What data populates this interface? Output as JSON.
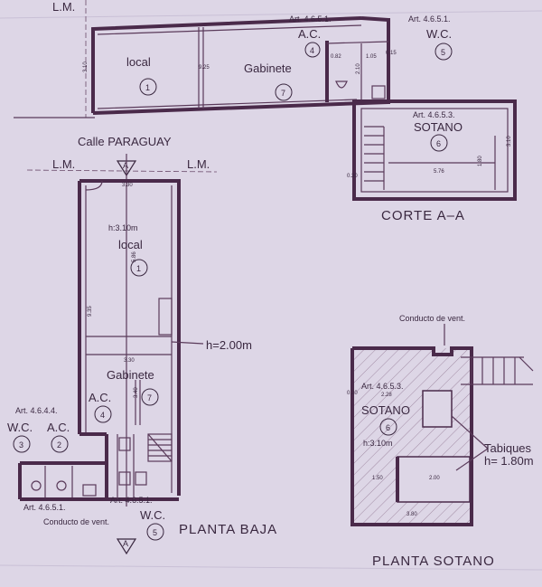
{
  "street": "Calle PARAGUAY",
  "lm_label": "L.M.",
  "section_marker": "A",
  "titles": {
    "corte": "CORTE A–A",
    "planta_baja": "PLANTA BAJA",
    "planta_sotano": "PLANTA SOTANO"
  },
  "rooms": {
    "local": {
      "name": "local",
      "num": "1"
    },
    "gabinete": {
      "name": "Gabinete",
      "num": "7"
    },
    "ac_left": {
      "name": "A.C.",
      "num": "4"
    },
    "ac_small": {
      "name": "A.C.",
      "num": "2"
    },
    "wc_left": {
      "name": "W.C.",
      "num": "3"
    },
    "wc_bottom": {
      "name": "W.C.",
      "num": "5"
    },
    "sotano": {
      "name": "SOTANO",
      "num": "6"
    },
    "ac_corte": {
      "name": "A.C.",
      "num": "4"
    },
    "wc_corte": {
      "name": "W.C.",
      "num": "5"
    }
  },
  "articles": {
    "a4651": "Art. 4.6.5.1.",
    "a4653": "Art. 4.6.5.3.",
    "a4644": "Art. 4.6.4.4."
  },
  "notes": {
    "h_local": "h:3.10m",
    "h_gab": "h=2.00m",
    "h_sotano": "h:3.10m",
    "conducto_top": "Conducto de vent.",
    "conducto_bottom": "Conducto de vent.",
    "tabiques": "Tabiques",
    "tabiques_h": "h= 1.80m"
  },
  "dims": {
    "d330a": "3.30",
    "d330b": "3.30",
    "d935": "9.35",
    "d586": "5.86",
    "d340": "3.40",
    "d310": "3.10",
    "d925": "9.25",
    "d576": "5.76",
    "d180": "1.80",
    "d228": "2.28",
    "d150": "1.50",
    "d200": "2.00",
    "d380": "3.80",
    "d020": "0.20",
    "d105": "1.05",
    "d082": "0.82",
    "d210": "2.10",
    "d015": "0.15"
  }
}
